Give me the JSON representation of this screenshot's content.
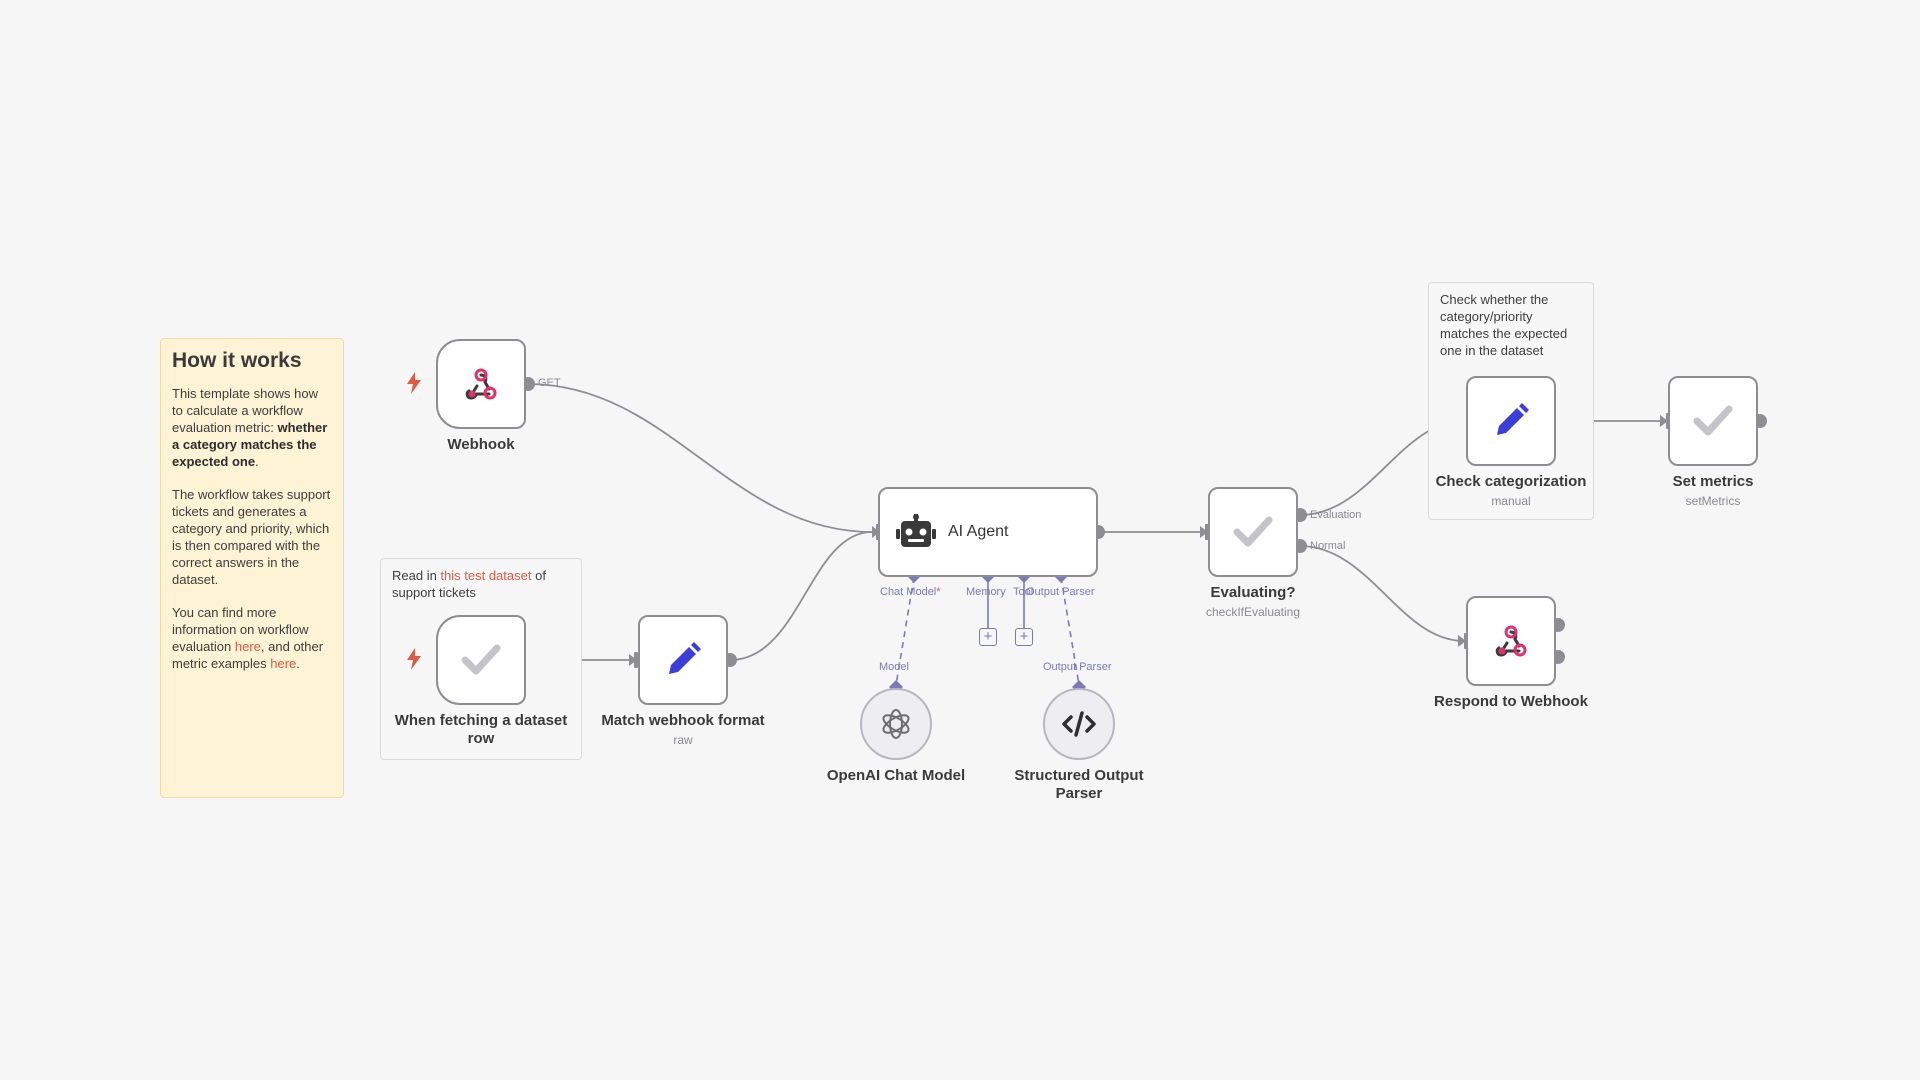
{
  "sticky_how": {
    "title": "How it works",
    "p1_before": "This template shows how to calculate a workflow evaluation metric: ",
    "p1_bold": "whether a category matches the expected one",
    "p1_after": ".",
    "p2": "The workflow takes support tickets and generates a category and priority, which is then compared with the correct answers in the dataset.",
    "p3_before": "You can find more information on workflow evaluation ",
    "p3_link1": "here",
    "p3_middle": ", and other metric examples ",
    "p3_link2": "here",
    "p3_after": "."
  },
  "sticky_dataset": {
    "before": "Read in ",
    "link": "this test dataset",
    "after": " of support tickets"
  },
  "sticky_check": {
    "text": "Check whether the category/priority matches the expected one in the dataset"
  },
  "nodes": {
    "webhook": {
      "label": "Webhook",
      "port_label": "GET",
      "icon": "webhook-icon"
    },
    "dataset_trigger": {
      "label": "When fetching a dataset row",
      "icon": "check-icon"
    },
    "match_format": {
      "label": "Match webhook format",
      "sub": "raw",
      "icon": "pencil-icon"
    },
    "ai_agent": {
      "label": "AI Agent",
      "icon": "robot-icon",
      "ports": {
        "chat_model": "Chat Model",
        "required_mark": "*",
        "memory": "Memory",
        "tool": "Tool",
        "output_parser": "Output Parser"
      }
    },
    "openai": {
      "label": "OpenAI Chat Model",
      "port_label": "Model",
      "icon": "openai-icon"
    },
    "parser": {
      "label": "Structured Output Parser",
      "port_label": "Output Parser",
      "icon": "code-icon"
    },
    "evaluating": {
      "label": "Evaluating?",
      "sub": "checkIfEvaluating",
      "out1": "Evaluation",
      "out2": "Normal",
      "icon": "check-icon"
    },
    "check_cat": {
      "label": "Check categorization",
      "sub": "manual",
      "icon": "pencil-icon"
    },
    "set_metrics": {
      "label": "Set metrics",
      "sub": "setMetrics",
      "icon": "check-icon"
    },
    "respond": {
      "label": "Respond to Webhook",
      "icon": "webhook-icon"
    }
  },
  "colors": {
    "accent_red": "#e05a43",
    "ai_purple": "#7a7ab8",
    "pencil_blue": "#3b3fd8",
    "connection_gray": "#8e8e92"
  }
}
